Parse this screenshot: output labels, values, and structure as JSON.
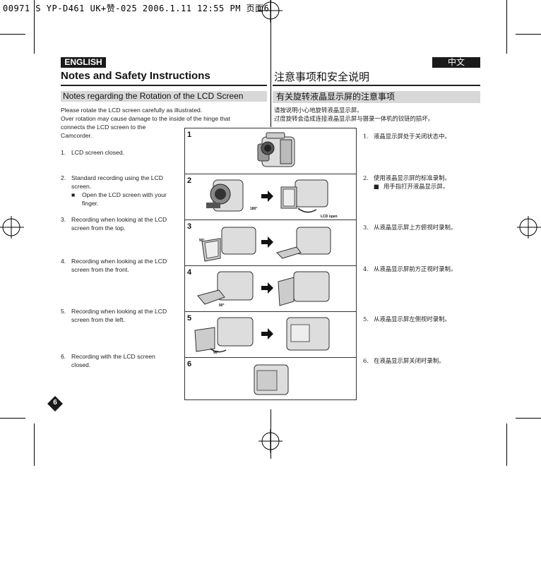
{
  "print_header": "00971 S YP-D461 UK+赞-025  2006.1.11 12:55 PM 页面6",
  "lang_tags": {
    "english": "ENGLISH",
    "chinese": "中文"
  },
  "titles": {
    "english": "Notes and Safety Instructions",
    "chinese": "注意事项和安全说明"
  },
  "sections": {
    "english": "Notes regarding the Rotation of the LCD Screen",
    "chinese": "有关旋转液晶显示屏的注意事项"
  },
  "intro_en": {
    "line1": "Please rotate the LCD screen carefully as illustrated.",
    "line2": "Over rotation may cause damage to the inside of the hinge that",
    "line3": "connects the LCD screen to the",
    "line4": "Camcorder."
  },
  "intro_zh": {
    "line1": "请按说明小心地旋转液晶显示屏。",
    "line2": "过度旋转会造成连接液晶显示屏与摄录一体机的铰链的损坏。"
  },
  "steps_en": [
    {
      "num": "1.",
      "text": "LCD screen closed."
    },
    {
      "num": "2.",
      "text": "Standard recording using the LCD screen.",
      "bullet": "■",
      "sub": "Open the LCD screen with your finger."
    },
    {
      "num": "3.",
      "text": "Recording when looking at the LCD screen from the top."
    },
    {
      "num": "4.",
      "text": "Recording when looking at the LCD screen from the front."
    },
    {
      "num": "5.",
      "text": "Recording when looking at the LCD screen from the left."
    },
    {
      "num": "6.",
      "text": "Recording with the LCD screen closed."
    }
  ],
  "steps_zh": [
    {
      "num": "1.",
      "text": "液晶显示屏处于关闭状态中。"
    },
    {
      "num": "2.",
      "text": "使用液晶显示屏的标准录制。",
      "bullet": "■",
      "sub": "用手指打开液晶显示屏。"
    },
    {
      "num": "3.",
      "text": "从液晶显示屏上方俯视时录制。"
    },
    {
      "num": "4.",
      "text": "从液晶显示屏前方正视时录制。"
    },
    {
      "num": "5.",
      "text": "从液晶显示屏左侧视时录制。"
    },
    {
      "num": "6.",
      "text": "在液晶显示屏关闭时录制。"
    }
  ],
  "figure": {
    "panels": [
      "1",
      "2",
      "3",
      "4",
      "5",
      "6"
    ],
    "labels": {
      "deg180": "180°",
      "lcd_open": "LCD open",
      "deg90a": "90°",
      "deg90b": "90°",
      "deg90c": "90°"
    }
  },
  "page_number": "6",
  "colors": {
    "tag_bg": "#1a1a1a",
    "section_bg": "#d8d8d8",
    "rule": "#222222"
  }
}
